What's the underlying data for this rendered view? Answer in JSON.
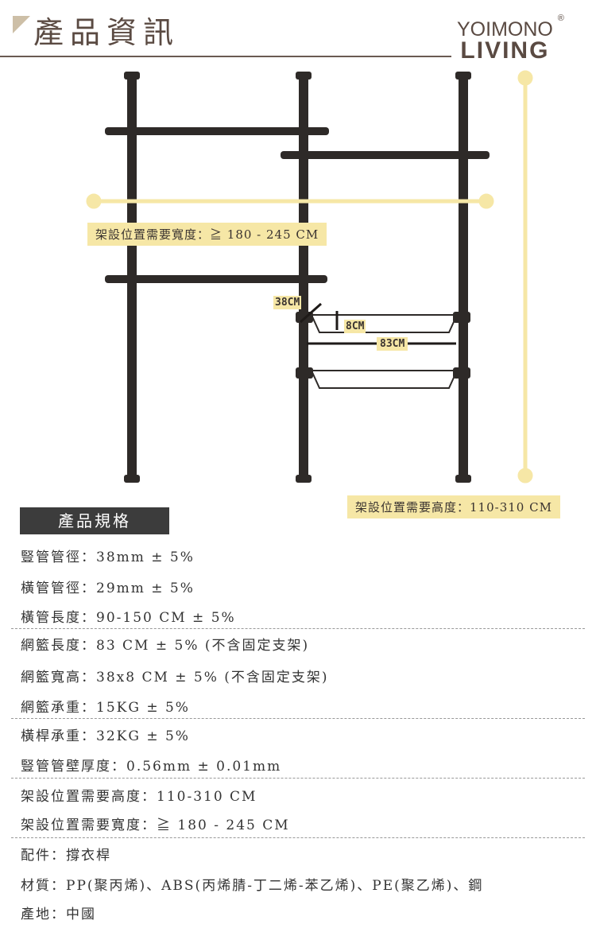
{
  "header": {
    "title": "產品資訊",
    "logo_line1": "YOIMONO",
    "logo_line2": "LIVING",
    "logo_mark": "®"
  },
  "diagram": {
    "width_label": "架設位置需要寬度：≧ 180 - 245 CM",
    "height_label": "架設位置需要高度：110-310 CM",
    "basket_depth": "38CM",
    "basket_height": "8CM",
    "basket_width": "83CM",
    "accent_color": "#f6e7a6"
  },
  "specs": {
    "title": "產品規格",
    "rows": [
      "豎管管徑：38mm ± 5%",
      "橫管管徑：29mm ± 5%",
      "橫管長度：90-150 CM ± 5%",
      "網籃長度：83 CM ± 5% (不含固定支架)",
      "網籃寬高：38x8 CM ± 5% (不含固定支架)",
      "網籃承重：15KG ± 5%",
      "橫桿承重：32KG ± 5%",
      "豎管管壁厚度：0.56mm ± 0.01mm",
      "架設位置需要高度：110-310 CM",
      "架設位置需要寬度：≧ 180 - 245 CM",
      "配件：撐衣桿",
      "材質：PP(聚丙烯)、ABS(丙烯腈-丁二烯-苯乙烯)、PE(聚乙烯)、鋼",
      "產地：中國"
    ]
  }
}
